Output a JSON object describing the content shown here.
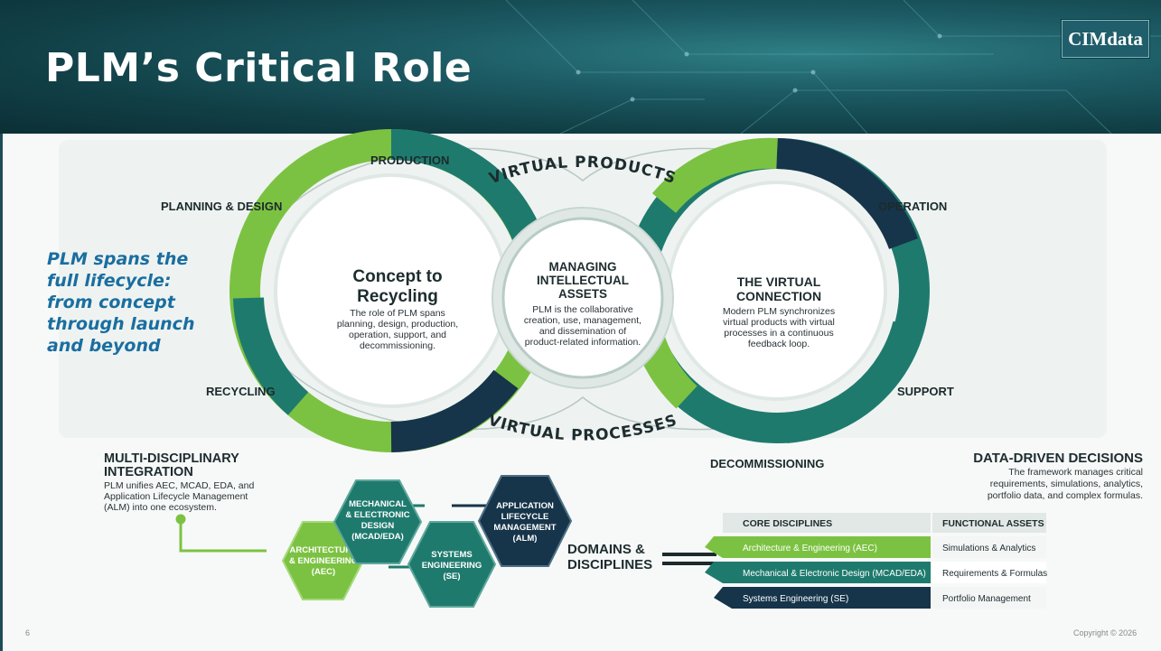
{
  "slide": {
    "title": "PLM’s Critical Role",
    "logo": "CIMdata",
    "tagline": "PLM spans the\nfull lifecycle:\nfrom concept\nthrough launch\nand beyond",
    "page_number": "6",
    "copyright": "Copyright © 2026"
  },
  "lifecycle": {
    "stages": {
      "production": "PRODUCTION",
      "planning_design": "PLANNING & DESIGN",
      "recycling": "RECYCLING",
      "operation": "OPERATION",
      "support": "SUPPORT",
      "decommissioning": "DECOMMISSIONING"
    },
    "arc_top": "VIRTUAL PRODUCTS",
    "arc_bottom": "VIRTUAL PROCESSES",
    "left_loop": {
      "title_1": "Concept to",
      "title_2": "Recycling",
      "body": [
        "The role of PLM spans",
        "planning, design, production,",
        "operation, support, and",
        "decommissioning."
      ]
    },
    "center": {
      "title": [
        "MANAGING",
        "INTELLECTUAL",
        "ASSETS"
      ],
      "body": [
        "PLM is the collaborative",
        "creation, use, management,",
        "and dissemination of",
        "product-related information."
      ]
    },
    "right_loop": {
      "title": [
        "THE VIRTUAL",
        "CONNECTION"
      ],
      "body": [
        "Modern PLM synchronizes",
        "virtual products with virtual",
        "processes in a continuous",
        "feedback loop."
      ]
    }
  },
  "integration": {
    "title": [
      "MULTI-DISCIPLINARY",
      "INTEGRATION"
    ],
    "body": [
      "PLM unifies AEC, MCAD, EDA, and",
      "Application Lifecycle Management",
      "(ALM) into one ecosystem."
    ],
    "hexagons": {
      "aec": [
        "ARCHITECTURE",
        "& ENGINEERING",
        "(AEC)"
      ],
      "mcad": [
        "MECHANICAL",
        "& ELECTRONIC",
        "DESIGN",
        "(MCAD/EDA)"
      ],
      "se": [
        "SYSTEMS",
        "ENGINEERING",
        "(SE)"
      ],
      "alm": [
        "APPLICATION",
        "LIFECYCLE",
        "MANAGEMENT",
        "(ALM)"
      ]
    },
    "domains_label": [
      "DOMAINS &",
      "DISCIPLINES"
    ]
  },
  "decisions": {
    "title": "DATA-DRIVEN DECISIONS",
    "body": [
      "The framework manages critical",
      "requirements, simulations, analytics,",
      "portfolio data, and complex formulas."
    ]
  },
  "table": {
    "headers": [
      "CORE DISCIPLINES",
      "FUNCTIONAL ASSETS"
    ],
    "rows": [
      [
        "Architecture & Engineering (AEC)",
        "Simulations & Analytics"
      ],
      [
        "Mechanical & Electronic Design (MCAD/EDA)",
        "Requirements & Formulas"
      ],
      [
        "Systems Engineering (SE)",
        "Portfolio Management"
      ]
    ]
  },
  "colors": {
    "light_green": "#7cc242",
    "teal": "#1f7a6e",
    "dark_navy": "#16344a",
    "header_teal": "#1c5a63",
    "tagline_blue": "#1a6ea0"
  }
}
